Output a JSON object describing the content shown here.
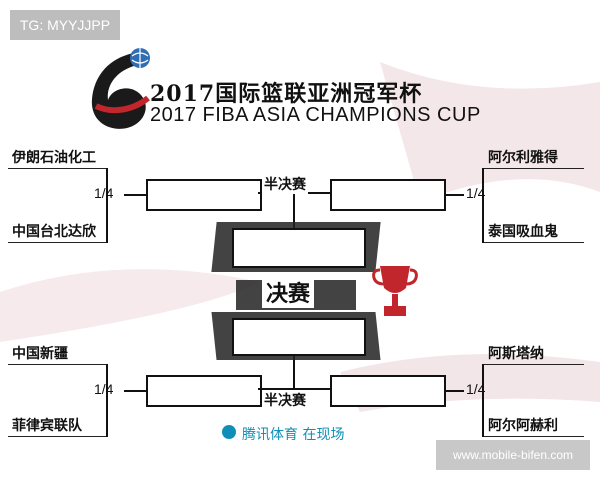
{
  "watermarks": {
    "top": "TG: MYYJJPP",
    "bottom": "www.mobile-bifen.com"
  },
  "header": {
    "title_cn": "2017国际篮联亚洲冠军杯",
    "title_en": "2017 FIBA ASIA CHAMPIONS CUP"
  },
  "bracket": {
    "left_top": {
      "teams": [
        "伊朗石油化工",
        "中国台北达欣"
      ],
      "round_label": "1/4"
    },
    "left_bottom": {
      "teams": [
        "中国新疆",
        "菲律宾联队"
      ],
      "round_label": "1/4"
    },
    "right_top": {
      "teams": [
        "阿尔利雅得",
        "泰国吸血鬼"
      ],
      "round_label": "1/4"
    },
    "right_bottom": {
      "teams": [
        "阿斯塔纳",
        "阿尔阿赫利"
      ],
      "round_label": "1/4"
    },
    "semi_top_label": "半决赛",
    "semi_bottom_label": "半决赛",
    "final_label": "决赛"
  },
  "sponsor": {
    "text": "腾讯体育 在现场"
  },
  "colors": {
    "accent_red": "#c0262c",
    "logo_blue": "#2f6db5",
    "ink": "#111111",
    "sponsor_teal": "#0f8fb8"
  }
}
